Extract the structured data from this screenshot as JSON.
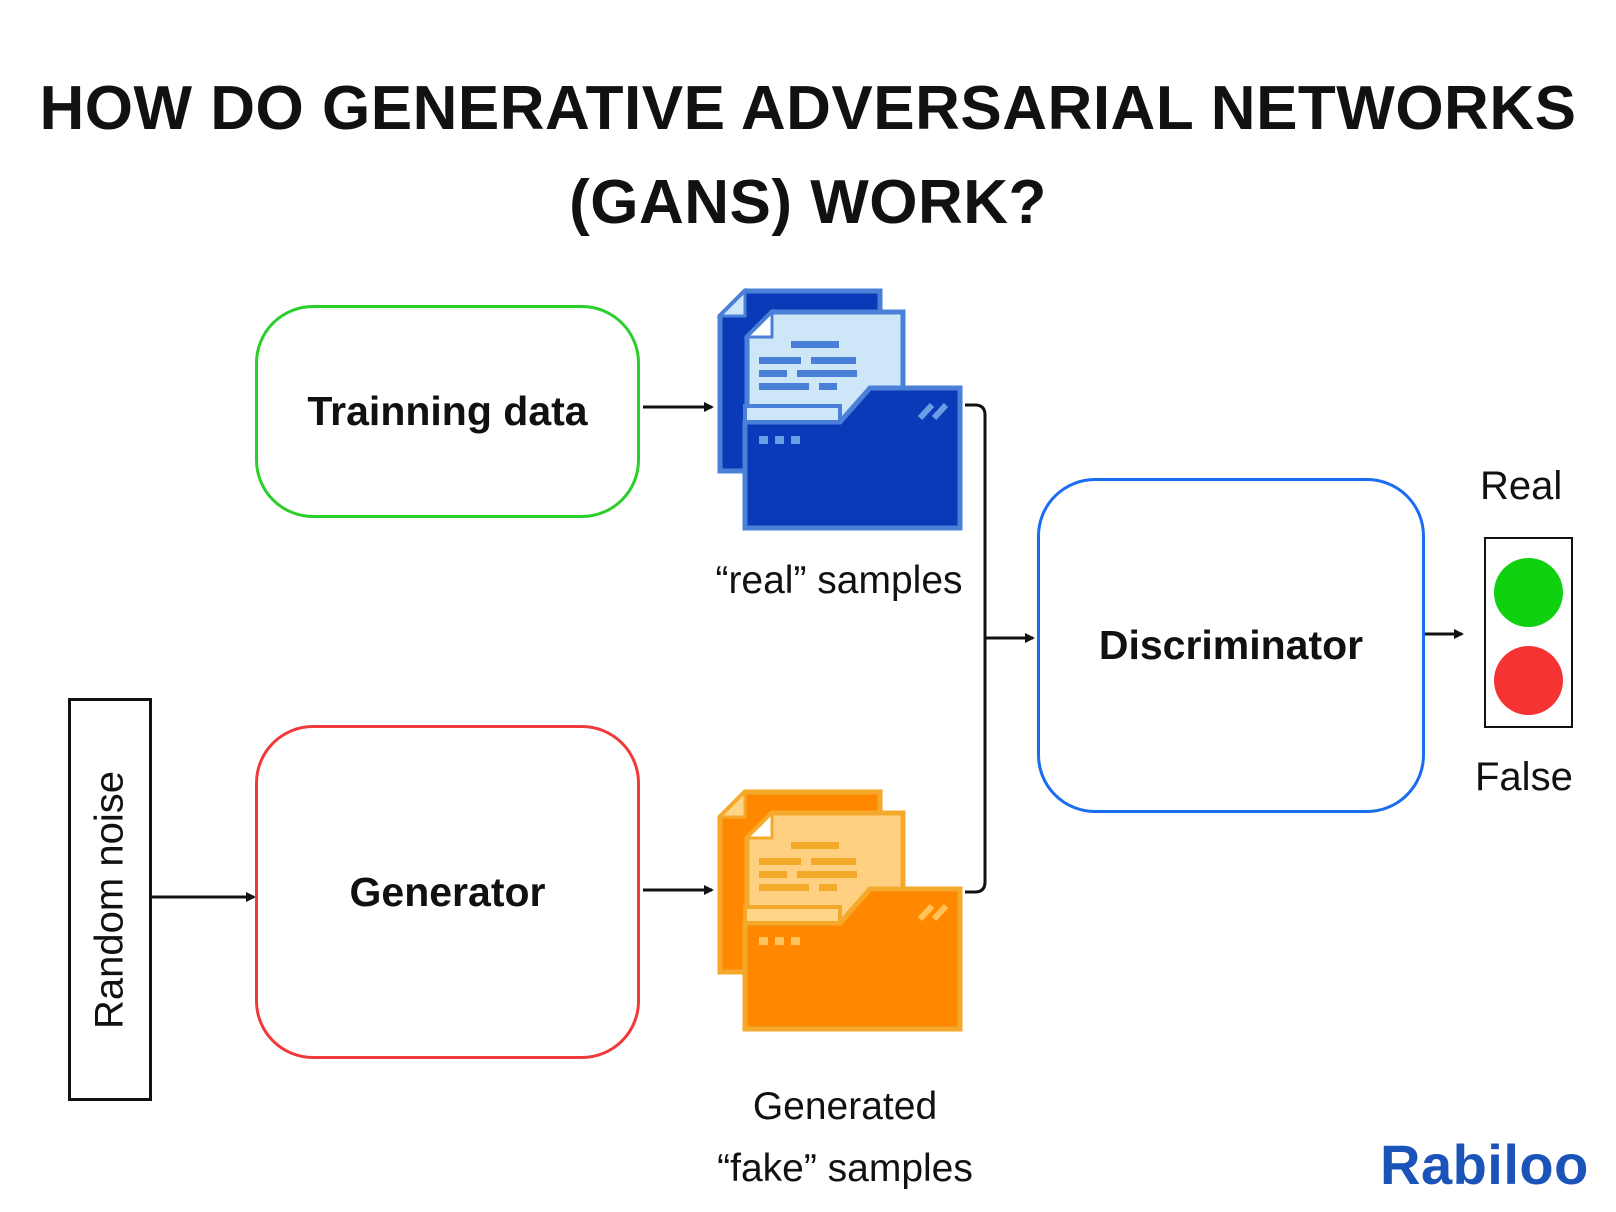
{
  "title": {
    "line1": "HOW DO GENERATIVE ADVERSARIAL NETWORKS",
    "line2": "(GANS) WORK?"
  },
  "nodes": {
    "training": "Trainning data",
    "generator": "Generator",
    "discriminator": "Discriminator",
    "noise": "Random noise"
  },
  "captions": {
    "real_samples": "“real” samples",
    "fake_line1": "Generated",
    "fake_line2": "“fake” samples"
  },
  "output": {
    "real": "Real",
    "false": "False"
  },
  "colors": {
    "training_border": "#2bcf2b",
    "generator_border": "#f03a3a",
    "discriminator_border": "#1a6cf0",
    "real_folder": "#0a3ab8",
    "fake_folder": "#ff8800",
    "lamp_green": "#0fd10f",
    "lamp_red": "#f53333",
    "brand": "#1b54b8"
  },
  "icons": [
    "real-samples-folder-icon",
    "fake-samples-folder-icon",
    "traffic-light-icon"
  ],
  "brand": "Rabiloo"
}
